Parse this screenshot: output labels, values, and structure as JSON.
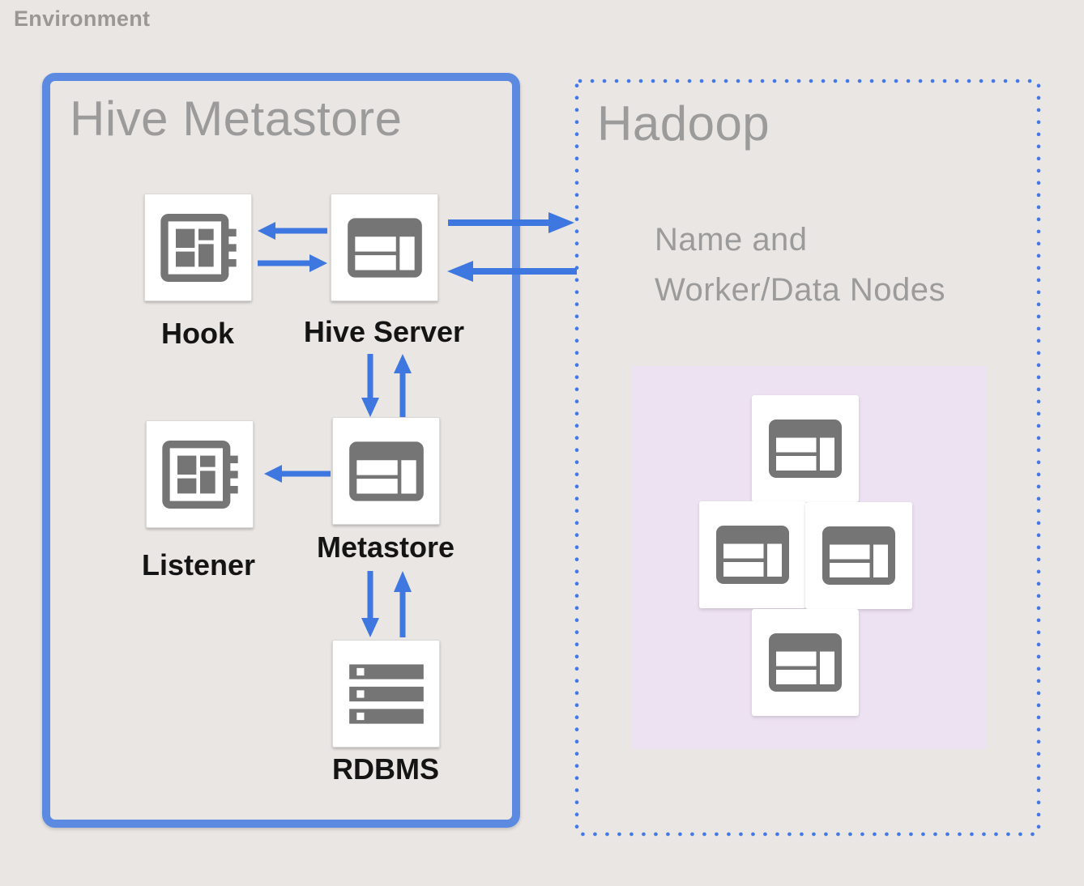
{
  "page": {
    "environment_label": "Environment"
  },
  "colors": {
    "background": "#EAE6E4",
    "box_border_blue": "#5C8AE0",
    "arrow_blue": "#3D77DF",
    "dotted_border_blue": "#4378E8",
    "icon_gray": "#757575",
    "title_gray": "#9B9B9B",
    "label_black": "#141414",
    "cluster_background_purple": "#EDE2F2",
    "card_white": "#FFFFFF"
  },
  "hive_metastore_box": {
    "title": "Hive Metastore",
    "nodes": [
      {
        "id": "hook",
        "label": "Hook",
        "icon": "developer-board-icon"
      },
      {
        "id": "hive-server",
        "label": "Hive Server",
        "icon": "web-icon"
      },
      {
        "id": "listener",
        "label": "Listener",
        "icon": "developer-board-icon"
      },
      {
        "id": "metastore",
        "label": "Metastore",
        "icon": "web-icon"
      },
      {
        "id": "rdbms",
        "label": "RDBMS",
        "icon": "storage-icon"
      }
    ]
  },
  "hadoop_box": {
    "title": "Hadoop",
    "subtitle_line1": "Name and",
    "subtitle_line2": "Worker/Data Nodes",
    "cluster_nodes": {
      "count": 4,
      "icon": "web-icon"
    }
  },
  "connections": [
    {
      "from": "hive-server",
      "to": "hook",
      "direction": "left"
    },
    {
      "from": "hook",
      "to": "hive-server",
      "direction": "right"
    },
    {
      "from": "hive-server",
      "to": "hadoop",
      "direction": "right"
    },
    {
      "from": "hadoop",
      "to": "hive-server",
      "direction": "left"
    },
    {
      "from": "hive-server",
      "to": "metastore",
      "direction": "down"
    },
    {
      "from": "metastore",
      "to": "hive-server",
      "direction": "up"
    },
    {
      "from": "metastore",
      "to": "listener",
      "direction": "left"
    },
    {
      "from": "metastore",
      "to": "rdbms",
      "direction": "down"
    },
    {
      "from": "rdbms",
      "to": "metastore",
      "direction": "up"
    }
  ]
}
